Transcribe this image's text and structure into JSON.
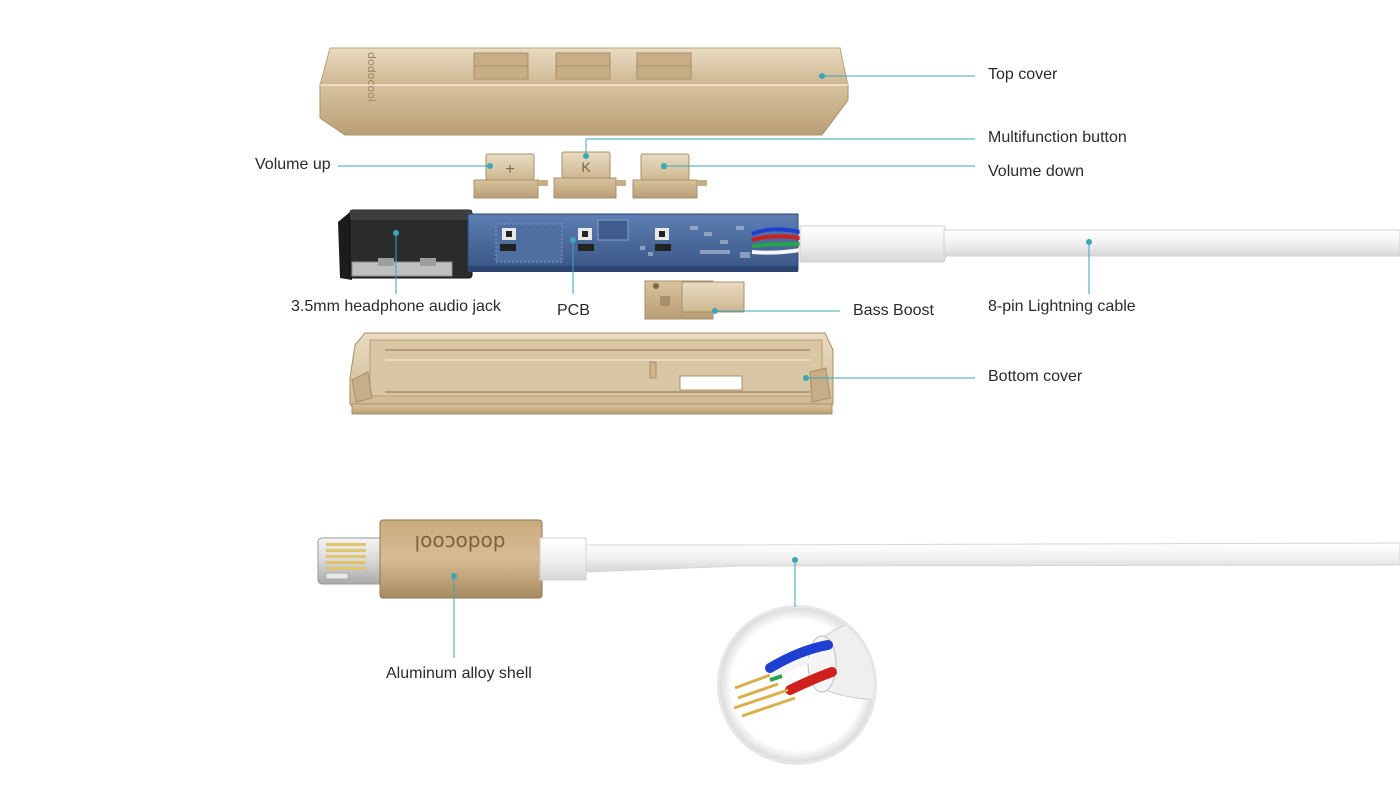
{
  "brand": {
    "logo_text": "dodocool"
  },
  "labels": {
    "top_cover": "Top cover",
    "multifunction_button": "Multifunction button",
    "volume_up": "Volume up",
    "volume_down": "Volume down",
    "headphone_jack": "3.5mm headphone audio jack",
    "pcb": "PCB",
    "bass_boost": "Bass Boost",
    "lightning_cable": "8-pin Lightning cable",
    "bottom_cover": "Bottom cover",
    "aluminum_shell": "Aluminum alloy shell"
  },
  "button_symbols": {
    "volume_up": "+",
    "multifunction": "K",
    "volume_down": "-"
  },
  "colors": {
    "gold_light": "#e3d2b3",
    "gold": "#cdb58f",
    "gold_dark": "#a88f6a",
    "pcb_blue": "#4a6a9a",
    "jack_black": "#2a2a2a",
    "cable_white": "#eeeeee",
    "leader_line": "#3aa6b9",
    "wire_blue": "#1f3fd0",
    "wire_red": "#d01f1f",
    "wire_green": "#2aa44a",
    "pin_gold": "#d9b04a"
  }
}
